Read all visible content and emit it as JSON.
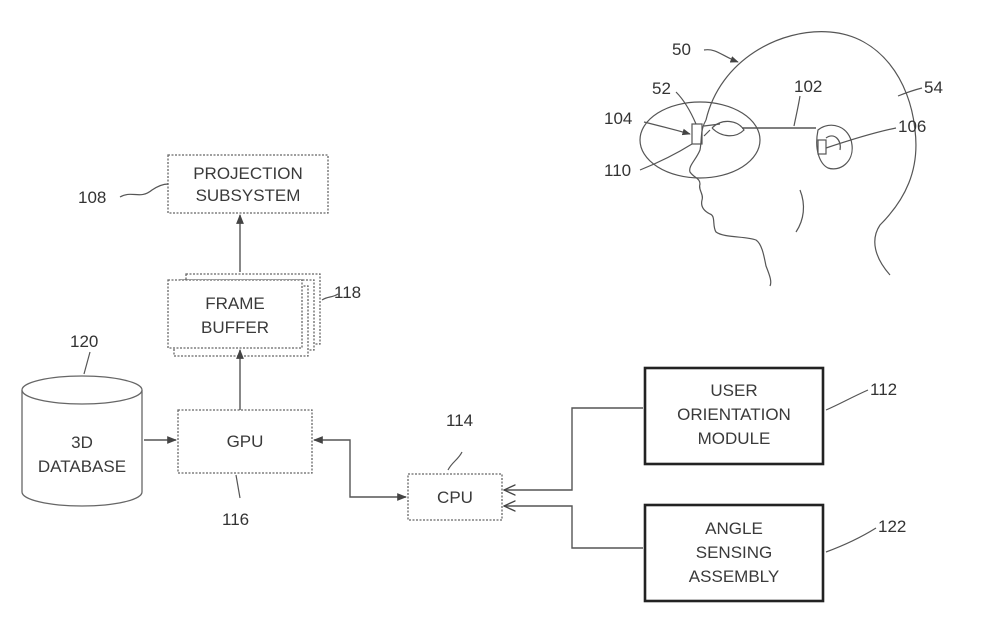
{
  "blocks": {
    "projection": [
      "PROJECTION",
      "SUBSYSTEM"
    ],
    "frame_buffer": [
      "FRAME",
      "BUFFER"
    ],
    "database": [
      "3D",
      "DATABASE"
    ],
    "gpu": "GPU",
    "cpu": "CPU",
    "user_orientation": [
      "USER",
      "ORIENTATION",
      "MODULE"
    ],
    "angle_sensing": [
      "ANGLE",
      "SENSING",
      "ASSEMBLY"
    ]
  },
  "refs": {
    "r108": "108",
    "r118": "118",
    "r120": "120",
    "r116": "116",
    "r114": "114",
    "r112": "112",
    "r122": "122",
    "r50": "50",
    "r52": "52",
    "r54": "54",
    "r102": "102",
    "r104": "104",
    "r106": "106",
    "r110": "110"
  }
}
